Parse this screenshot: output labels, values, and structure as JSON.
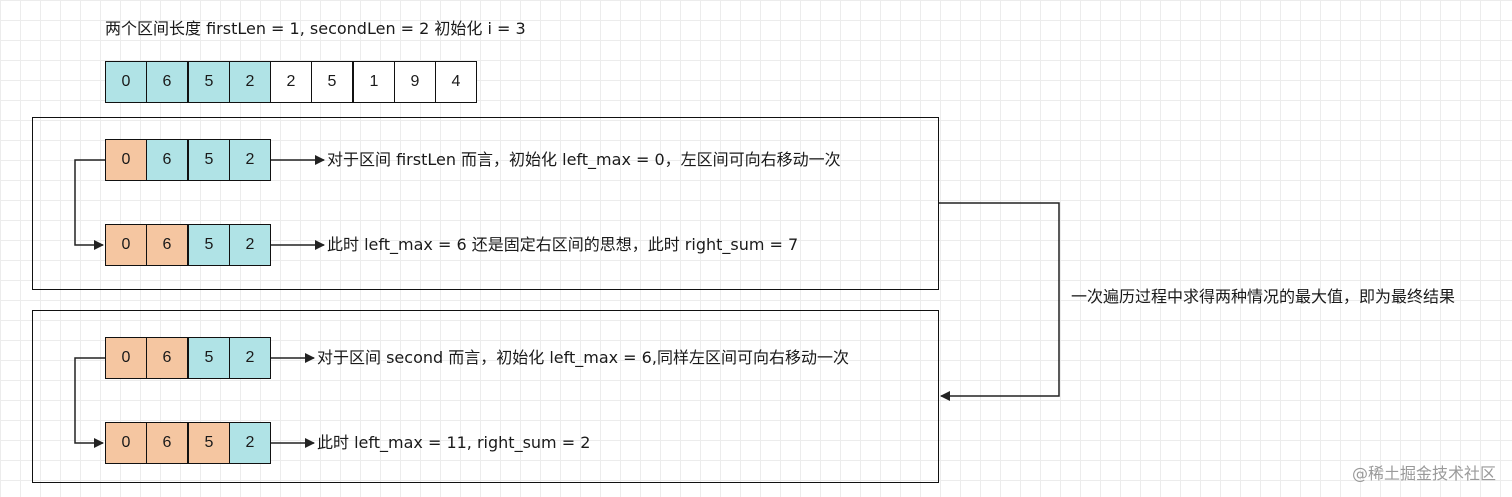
{
  "header_text": "两个区间长度  firstLen = 1, secondLen = 2  初始化  i = 3",
  "top_array": {
    "cells": [
      {
        "value": "0",
        "color": "teal"
      },
      {
        "value": "6",
        "color": "teal"
      },
      {
        "value": "5",
        "color": "teal"
      },
      {
        "value": "2",
        "color": "teal"
      },
      {
        "value": "2",
        "color": "white"
      },
      {
        "value": "5",
        "color": "white"
      },
      {
        "value": "1",
        "color": "white"
      },
      {
        "value": "9",
        "color": "white"
      },
      {
        "value": "4",
        "color": "white"
      }
    ]
  },
  "rows": [
    {
      "cells": [
        {
          "value": "0",
          "color": "peach"
        },
        {
          "value": "6",
          "color": "teal"
        },
        {
          "value": "5",
          "color": "teal"
        },
        {
          "value": "2",
          "color": "teal"
        }
      ],
      "note": "对于区间 firstLen 而言，初始化  left_max = 0，左区间可向右移动一次"
    },
    {
      "cells": [
        {
          "value": "0",
          "color": "peach"
        },
        {
          "value": "6",
          "color": "peach"
        },
        {
          "value": "5",
          "color": "teal"
        },
        {
          "value": "2",
          "color": "teal"
        }
      ],
      "note": "此时  left_max = 6 还是固定右区间的思想，此时  right_sum = 7"
    },
    {
      "cells": [
        {
          "value": "0",
          "color": "peach"
        },
        {
          "value": "6",
          "color": "peach"
        },
        {
          "value": "5",
          "color": "teal"
        },
        {
          "value": "2",
          "color": "teal"
        }
      ],
      "note": "对于区间 second 而言，初始化 left_max = 6,同样左区间可向右移动一次"
    },
    {
      "cells": [
        {
          "value": "0",
          "color": "peach"
        },
        {
          "value": "6",
          "color": "peach"
        },
        {
          "value": "5",
          "color": "peach"
        },
        {
          "value": "2",
          "color": "teal"
        }
      ],
      "note": "此时 left_max = 11, right_sum = 2"
    }
  ],
  "side_note": "一次遍历过程中求得两种情况的最大值，即为最终结果",
  "watermark": "@稀土掘金技术社区",
  "colors": {
    "teal": "#b0e3e6",
    "peach": "#f5c6a1",
    "white": "#ffffff",
    "line": "#222222"
  }
}
